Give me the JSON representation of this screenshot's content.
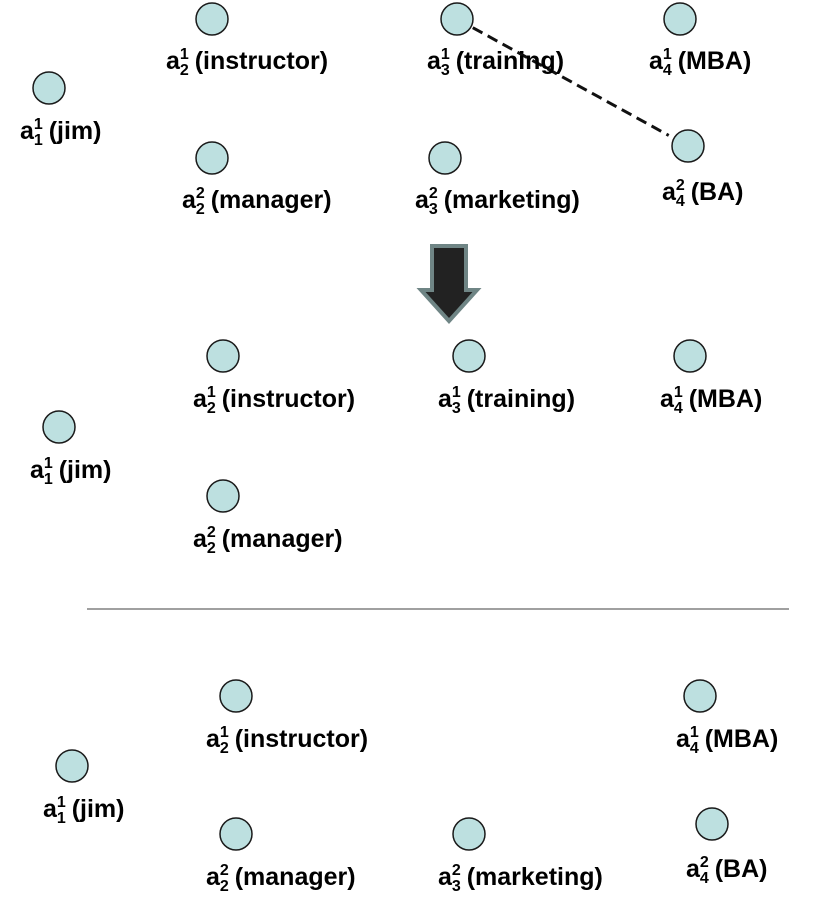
{
  "colors": {
    "node_fill": "#bde0e0",
    "node_stroke": "#1a1a1a",
    "arrow_fill": "#222222",
    "arrow_stroke": "#6f8585",
    "divider": "#808080",
    "edge": "#111111"
  },
  "panels": [
    {
      "nodes": [
        {
          "id": "a1_1",
          "base": "a",
          "sub": "1",
          "sup": "1",
          "text": "(jim)"
        },
        {
          "id": "a2_1",
          "base": "a",
          "sub": "2",
          "sup": "1",
          "text": "(instructor)"
        },
        {
          "id": "a3_1",
          "base": "a",
          "sub": "3",
          "sup": "1",
          "text": "(training)"
        },
        {
          "id": "a4_1",
          "base": "a",
          "sub": "4",
          "sup": "1",
          "text": "(MBA)"
        },
        {
          "id": "a2_2",
          "base": "a",
          "sub": "2",
          "sup": "2",
          "text": "(manager)"
        },
        {
          "id": "a3_2",
          "base": "a",
          "sub": "3",
          "sup": "2",
          "text": "(marketing)"
        },
        {
          "id": "a4_2",
          "base": "a",
          "sub": "4",
          "sup": "2",
          "text": "(BA)"
        }
      ],
      "edges": [
        {
          "from": "a3_1",
          "to": "a4_2",
          "style": "dashed"
        }
      ]
    },
    {
      "nodes": [
        {
          "id": "a1_1",
          "base": "a",
          "sub": "1",
          "sup": "1",
          "text": "(jim)"
        },
        {
          "id": "a2_1",
          "base": "a",
          "sub": "2",
          "sup": "1",
          "text": "(instructor)"
        },
        {
          "id": "a3_1",
          "base": "a",
          "sub": "3",
          "sup": "1",
          "text": "(training)"
        },
        {
          "id": "a4_1",
          "base": "a",
          "sub": "4",
          "sup": "1",
          "text": "(MBA)"
        },
        {
          "id": "a2_2",
          "base": "a",
          "sub": "2",
          "sup": "2",
          "text": "(manager)"
        }
      ],
      "edges": []
    },
    {
      "nodes": [
        {
          "id": "a1_1",
          "base": "a",
          "sub": "1",
          "sup": "1",
          "text": "(jim)"
        },
        {
          "id": "a2_1",
          "base": "a",
          "sub": "2",
          "sup": "1",
          "text": "(instructor)"
        },
        {
          "id": "a4_1",
          "base": "a",
          "sub": "4",
          "sup": "1",
          "text": "(MBA)"
        },
        {
          "id": "a2_2",
          "base": "a",
          "sub": "2",
          "sup": "2",
          "text": "(manager)"
        },
        {
          "id": "a3_2",
          "base": "a",
          "sub": "3",
          "sup": "2",
          "text": "(marketing)"
        },
        {
          "id": "a4_2",
          "base": "a",
          "sub": "4",
          "sup": "2",
          "text": "(BA)"
        }
      ],
      "edges": []
    }
  ]
}
